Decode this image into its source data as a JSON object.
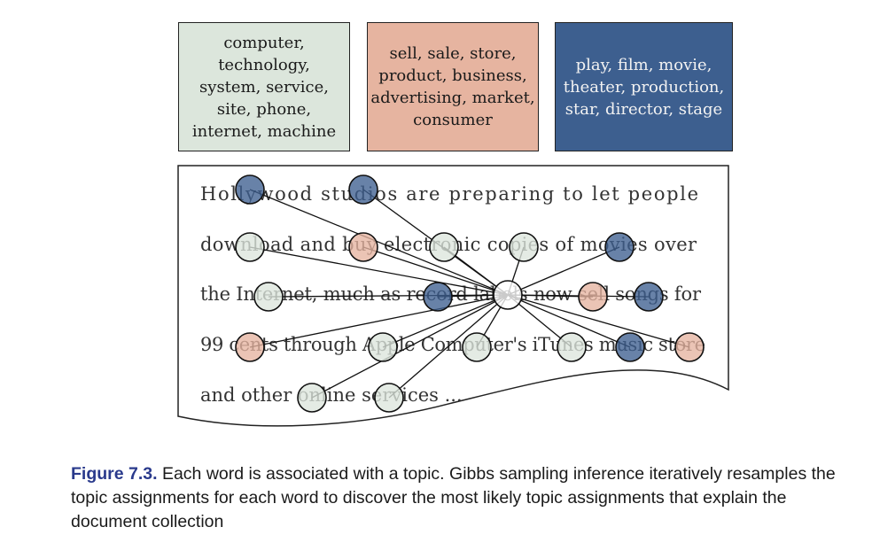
{
  "topics": [
    {
      "lines": [
        "computer,",
        "technology,",
        "system, service,",
        "site, phone,",
        "internet, machine"
      ],
      "color": "#dce6dc"
    },
    {
      "lines": [
        "sell, sale, store,",
        "product, business,",
        "advertising, market,",
        "consumer"
      ],
      "color": "#e6b4a0"
    },
    {
      "lines": [
        "play, film, movie,",
        "theater, production,",
        "star, director, stage"
      ],
      "color": "#3d5f8f"
    }
  ],
  "document": {
    "lines": [
      "Hollywood  studios  are  preparing  to  let  people",
      "download and buy electronic copies of movies over",
      "the Internet, much as record labels now sell songs for",
      "99 cents through Apple Computer's iTunes music store",
      "and other online services ..."
    ]
  },
  "caption": {
    "label": "Figure 7.3.",
    "text": " Each word is associated with a topic. Gibbs sampling inference iteratively resamples the topic assignments for each word to discover the most likely topic assignments that explain the document collection"
  }
}
